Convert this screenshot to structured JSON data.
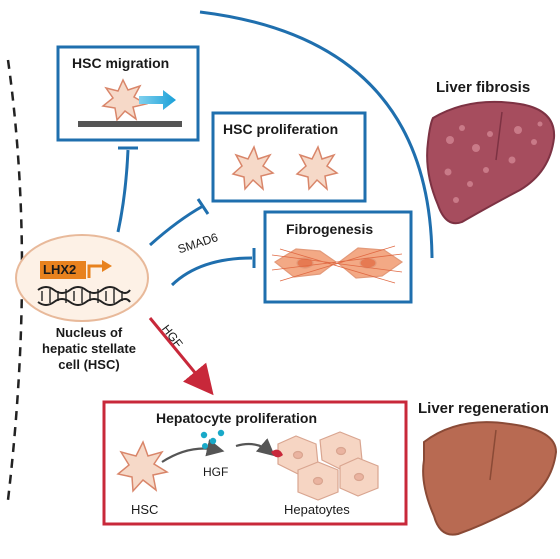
{
  "boxes": {
    "migration": "HSC migration",
    "proliferation": "HSC proliferation",
    "fibrogenesis": "Fibrogenesis",
    "hepatocyte": "Hepatocyte proliferation"
  },
  "nucleus": {
    "gene": "LHX2",
    "caption_line1": "Nucleus of",
    "caption_line2": "hepatic stellate",
    "caption_line3": "cell (HSC)"
  },
  "edges": {
    "smad6": "SMAD6",
    "hgf": "HGF"
  },
  "hepatocyte_panel": {
    "hsc_label": "HSC",
    "hgf_label": "HGF",
    "hepatocytes_label": "Hepatoytes"
  },
  "outcomes": {
    "fibrosis": "Liver fibrosis",
    "regeneration": "Liver regeneration"
  },
  "colors": {
    "blue": "#1f6fae",
    "red": "#c8283a",
    "orange": "#e8821e",
    "liver_fibrosis": "#a64d5e",
    "liver_regen": "#b86a52",
    "cell_fill": "#f6d9c8",
    "cell_stroke": "#d9866a"
  }
}
